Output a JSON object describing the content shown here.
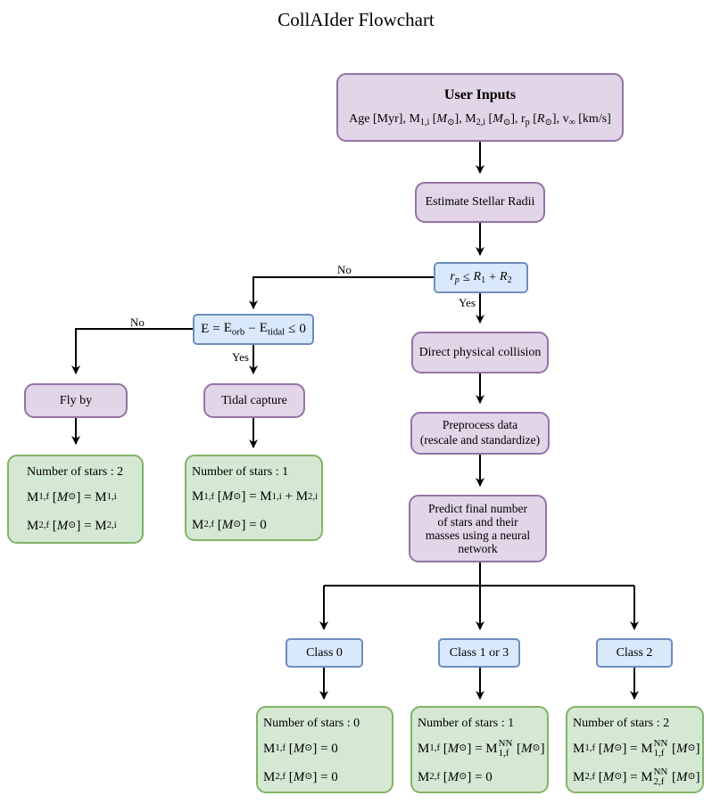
{
  "title": "CollAIder Flowchart",
  "user_inputs": {
    "heading": "User Inputs",
    "params": [
      "Age [Myr]",
      "M",
      "1,i",
      "[",
      "M",
      "⊙",
      "]",
      "M",
      "2,i",
      "r",
      "p",
      "R",
      "v",
      "∞",
      "[km/s]"
    ]
  },
  "nodes": {
    "estimate_radii": "Estimate Stellar Radii",
    "collision_test": {
      "lhs": "r",
      "lhs_sub": "p",
      "op": "≤",
      "r1": "R",
      "r1_sub": "1",
      "plus": "+",
      "r2": "R",
      "r2_sub": "2"
    },
    "energy_test": {
      "e": "E",
      "eq": "=",
      "e1": "E",
      "e1_sub": "orb",
      "minus": "−",
      "e2": "E",
      "e2_sub": "tidal",
      "le": "≤",
      "zero": "0"
    },
    "direct_collision": "Direct physical collision",
    "preprocess": [
      "Preprocess data",
      "(rescale and standardize)"
    ],
    "predict": [
      "Predict final number",
      "of stars and their",
      "masses using a neural",
      "network"
    ],
    "fly_by": "Fly by",
    "tidal_capture": "Tidal capture",
    "class0": "Class 0",
    "class13": "Class 1 or 3",
    "class2": "Class 2"
  },
  "edge_labels": {
    "no": "No",
    "yes": "Yes"
  },
  "results": {
    "fly_by": {
      "count": "Number of stars : 2",
      "m1": "M1,f [M⊙] = M1,i",
      "m2": "M2,f [M⊙] = M2,i"
    },
    "tidal": {
      "count": "Number of stars : 1",
      "m1": "M1,f [M⊙] = M1,i + M2,i",
      "m2": "M2,f [M⊙] = 0"
    },
    "class0": {
      "count": "Number of stars : 0",
      "m1": "M1,f [M⊙] = 0",
      "m2": "M2,f [M⊙] = 0"
    },
    "class13": {
      "count": "Number of stars : 1",
      "m1": "M1,f [M⊙] = M1,f NN [M⊙]",
      "m2": "M2,f [M⊙] = 0"
    },
    "class2": {
      "count": "Number of stars : 2",
      "m1": "M1,f [M⊙] = M1,f NN [M⊙]",
      "m2": "M2,f [M⊙] = M2,f NN [M⊙]"
    }
  },
  "colors": {
    "purple_fill": "#e1d5e7",
    "purple_stroke": "#9673a6",
    "blue_fill": "#dae8fc",
    "blue_stroke": "#6c8ebf",
    "green_fill": "#d5e8d4",
    "green_stroke": "#82b366"
  }
}
